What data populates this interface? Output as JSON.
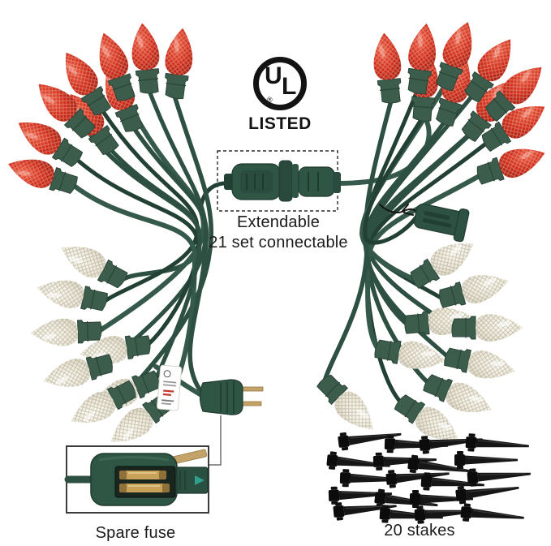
{
  "ul_badge": {
    "letter_u": "U",
    "letter_l": "L",
    "registered": "®",
    "listed": "LISTED"
  },
  "annotations": {
    "extendable_line1": "Extendable",
    "extendable_line2": "21 set connectable",
    "spare_fuse": "Spare fuse",
    "stakes_label": "20 stakes"
  },
  "colors": {
    "background": "#ffffff",
    "text": "#1b1b1b",
    "bulb_red_light": "#ea5b40",
    "bulb_red": "#cf2d18",
    "bulb_red_dark": "#a31f10",
    "bulb_white_light": "#fdfbf2",
    "bulb_white": "#efeadb",
    "bulb_white_dark": "#d8d2bf",
    "wire_green": "#2d5042",
    "wire_green_dark": "#224034",
    "wire_green_light": "#35594a",
    "socket_green": "#3d5d4c",
    "socket_edge": "#2a4437",
    "plug_green": "#2f5545",
    "plug_edge": "#1f3b2f",
    "prong_brass": "#c3a368",
    "fuse_glass": "#c9a159",
    "fuse_cap": "#8f7038",
    "stake_black": "#161616",
    "callout_line": "#6e6e6e",
    "dashed_box": "#2b2b2b",
    "inset_border": "#3c3c3c",
    "tag_white": "#ffffff",
    "arrow_teal": "#2fa08c"
  }
}
